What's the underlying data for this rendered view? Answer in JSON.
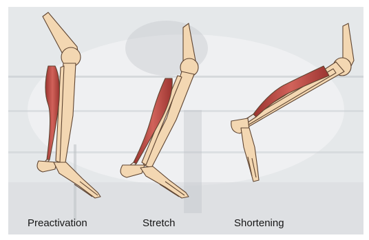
{
  "figure": {
    "captions": [
      "Preactivation",
      "Stretch",
      "Shortening"
    ],
    "colors": {
      "bone_fill": "#f3d7b2",
      "bone_outline": "#5e4431",
      "muscle": "#c9524b",
      "muscle_dark": "#8f2e2a",
      "tendon": "#e9e2dc",
      "background": "#e4e7e9"
    }
  }
}
